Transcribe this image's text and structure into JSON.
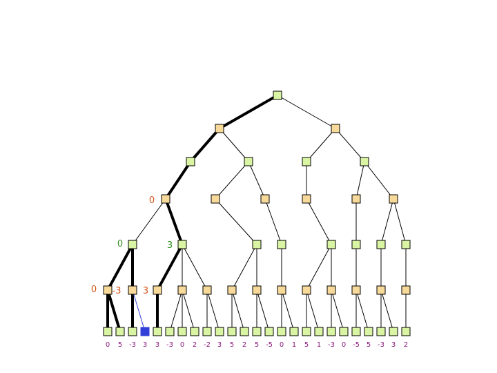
{
  "colors": {
    "max_node": "#f7d99a",
    "min_node": "#d9f5a3",
    "selected_leaf": "#2f3fd8",
    "edge": "#000000",
    "value_orange": "#d4541a",
    "value_green": "#2f8f1f",
    "leaf_purple": "#8b1a7c"
  },
  "tree": {
    "nodes": [
      {
        "id": "r",
        "kind": "min"
      },
      {
        "id": "a",
        "kind": "max",
        "parent": "r",
        "bold": true
      },
      {
        "id": "b",
        "kind": "max",
        "parent": "r"
      },
      {
        "id": "a1",
        "kind": "min",
        "parent": "a",
        "bold": true
      },
      {
        "id": "a2",
        "kind": "min",
        "parent": "a"
      },
      {
        "id": "b1",
        "kind": "min",
        "parent": "b"
      },
      {
        "id": "b2",
        "kind": "min",
        "parent": "b"
      },
      {
        "id": "c1",
        "kind": "max",
        "parent": "a1",
        "bold": true,
        "value": "0",
        "value_color": "value_orange"
      },
      {
        "id": "c2",
        "kind": "max",
        "parent": "a2"
      },
      {
        "id": "c3",
        "kind": "max",
        "parent": "a2"
      },
      {
        "id": "c4",
        "kind": "max",
        "parent": "b1"
      },
      {
        "id": "c5",
        "kind": "max",
        "parent": "b2"
      },
      {
        "id": "c6",
        "kind": "max",
        "parent": "b2"
      },
      {
        "id": "d1",
        "kind": "min",
        "parent": "c1",
        "value": "0",
        "value_color": "value_green"
      },
      {
        "id": "d2",
        "kind": "min",
        "parent": "c1",
        "bold": true,
        "value": "3",
        "value_color": "value_green"
      },
      {
        "id": "d3",
        "kind": "min",
        "parent": "c2"
      },
      {
        "id": "d4",
        "kind": "min",
        "parent": "c3"
      },
      {
        "id": "d5",
        "kind": "min",
        "parent": "c4"
      },
      {
        "id": "d6",
        "kind": "min",
        "parent": "c5"
      },
      {
        "id": "d7",
        "kind": "min",
        "parent": "c6"
      },
      {
        "id": "d8",
        "kind": "min",
        "parent": "c6"
      },
      {
        "id": "e1",
        "kind": "max",
        "parent": "d1",
        "bold": true,
        "value": "0",
        "value_color": "value_orange"
      },
      {
        "id": "e2",
        "kind": "max",
        "parent": "d1",
        "bold": true,
        "value": "-3",
        "value_color": "value_orange"
      },
      {
        "id": "e3",
        "kind": "max",
        "parent": "d2",
        "bold": true,
        "value": "3",
        "value_color": "value_orange"
      },
      {
        "id": "e4",
        "kind": "max",
        "parent": "d2"
      },
      {
        "id": "e5",
        "kind": "max",
        "parent": "d2"
      },
      {
        "id": "e6",
        "kind": "max",
        "parent": "d3"
      },
      {
        "id": "e7",
        "kind": "max",
        "parent": "d3"
      },
      {
        "id": "e8",
        "kind": "max",
        "parent": "d4"
      },
      {
        "id": "e9",
        "kind": "max",
        "parent": "d5"
      },
      {
        "id": "e10",
        "kind": "max",
        "parent": "d5"
      },
      {
        "id": "e11",
        "kind": "max",
        "parent": "d6"
      },
      {
        "id": "e12",
        "kind": "max",
        "parent": "d7"
      },
      {
        "id": "e13",
        "kind": "max",
        "parent": "d8"
      }
    ],
    "leaves": [
      {
        "value": "0",
        "parent": "e1",
        "bold": true
      },
      {
        "value": "5",
        "parent": "e1",
        "bold": true
      },
      {
        "value": "-3",
        "parent": "e2",
        "bold": true
      },
      {
        "value": "3",
        "parent": "e2",
        "selected": true
      },
      {
        "value": "3",
        "parent": "e3",
        "bold": true
      },
      {
        "value": "-3",
        "parent": "e4"
      },
      {
        "value": "0",
        "parent": "e4"
      },
      {
        "value": "2",
        "parent": "e4"
      },
      {
        "value": "-2",
        "parent": "e5"
      },
      {
        "value": "3",
        "parent": "e5"
      },
      {
        "value": "5",
        "parent": "e6"
      },
      {
        "value": "2",
        "parent": "e6"
      },
      {
        "value": "5",
        "parent": "e7"
      },
      {
        "value": "-5",
        "parent": "e7"
      },
      {
        "value": "0",
        "parent": "e8"
      },
      {
        "value": "1",
        "parent": "e8"
      },
      {
        "value": "5",
        "parent": "e9"
      },
      {
        "value": "1",
        "parent": "e9"
      },
      {
        "value": "-3",
        "parent": "e10"
      },
      {
        "value": "0",
        "parent": "e10"
      },
      {
        "value": "-5",
        "parent": "e11"
      },
      {
        "value": "5",
        "parent": "e11"
      },
      {
        "value": "-3",
        "parent": "e12"
      },
      {
        "value": "3",
        "parent": "e12"
      },
      {
        "value": "2",
        "parent": "e13"
      }
    ]
  }
}
